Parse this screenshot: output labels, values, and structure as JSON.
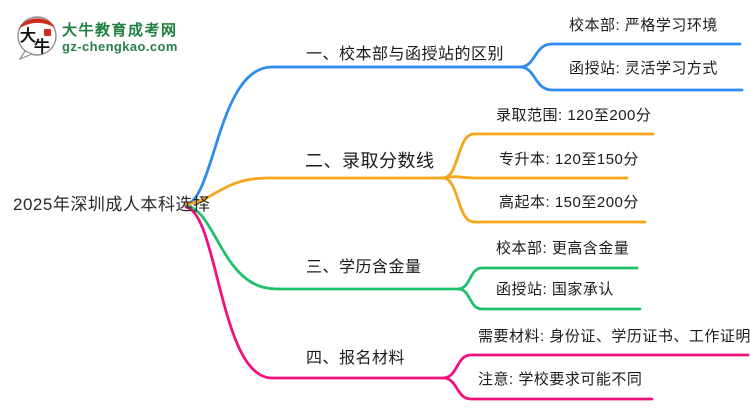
{
  "logo": {
    "icon_text": "大牛",
    "site_name": "大牛教育成考网",
    "site_url": "gz-chengkao.com",
    "brand_green": "#1f7f3f",
    "brand_red": "#cf2a1b"
  },
  "root": {
    "title": "2025年深圳成人本科选择"
  },
  "branches": [
    {
      "label": "一、校本部与函授站的区别",
      "color": "#2e8bf0",
      "children": [
        {
          "text": "校本部: 严格学习环境"
        },
        {
          "text": "函授站: 灵活学习方式"
        }
      ]
    },
    {
      "label": "二、录取分数线",
      "color": "#f5a51b",
      "children": [
        {
          "text": "录取范围: 120至200分"
        },
        {
          "text": "专升本: 120至150分"
        },
        {
          "text": "高起本: 150至200分"
        }
      ]
    },
    {
      "label": "三、学历含金量",
      "color": "#1fc06a",
      "children": [
        {
          "text": "校本部: 更高含金量"
        },
        {
          "text": "函授站: 国家承认"
        }
      ]
    },
    {
      "label": "四、报名材料",
      "color": "#f0117e",
      "children": [
        {
          "text": "需要材料: 身份证、学历证书、工作证明"
        },
        {
          "text": "注意: 学校要求可能不同"
        }
      ]
    }
  ]
}
